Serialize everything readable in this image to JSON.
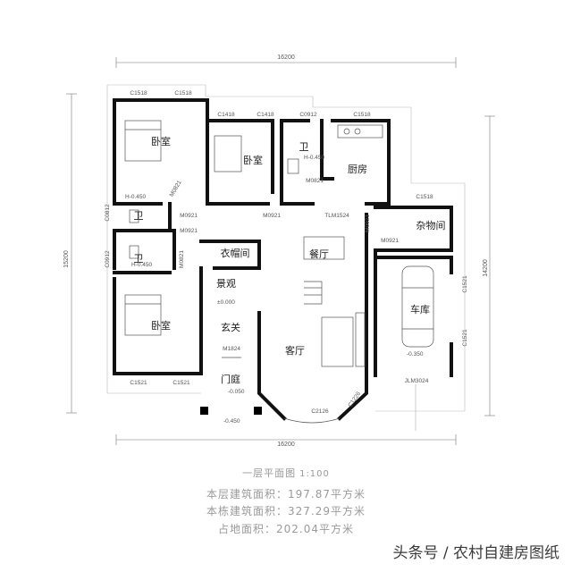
{
  "rooms": {
    "bedroom_1": "卧室",
    "bedroom_2": "卧室",
    "bedroom_3": "卧室",
    "bath_1": "卫",
    "bath_2": "卫",
    "bath_3": "卫",
    "kitchen": "厨房",
    "storage": "杂物间",
    "dining": "餐厅",
    "cloakroom": "衣帽间",
    "landscape": "景观",
    "foyer": "玄关",
    "living": "客厅",
    "garage": "车库",
    "courtyard": "门庭"
  },
  "dimensions": {
    "top_total": "16200",
    "bottom_total": "16200",
    "left_total": "15200",
    "right_total": "14200"
  },
  "window_codes": {
    "w_top_1": "C1518",
    "w_top_2": "C1518",
    "w_top_3": "C1418",
    "w_top_4": "C1418",
    "w_top_5": "C0912",
    "w_top_6": "C1518",
    "w_storage": "C1518",
    "w_left_1": "C0812",
    "w_left_2": "C0912",
    "w_bottom_1": "C1521",
    "w_bottom_2": "C1521",
    "w_living": "C2126",
    "w_garage_1": "C1521",
    "w_garage_2": "C1521"
  },
  "door_codes": {
    "d1": "M0821",
    "d2": "M0921",
    "d3": "M0921",
    "d4": "M0921",
    "d5": "M0821",
    "d6": "M0821",
    "d7": "TLM1524",
    "d8": "M0921",
    "d9": "M0921",
    "d10": "M1824",
    "d11": "JLM3024",
    "d12": "C1226"
  },
  "levels": {
    "bath_a": "H-0.450",
    "bath_b": "H-0.450",
    "bath_c": "H-0.450",
    "floor": "±0.000",
    "entry": "-0.050",
    "garage": "-0.350",
    "outside": "-0.450"
  },
  "captions": {
    "title": "一层平面图",
    "scale": "1:100",
    "area_floor": "本层建筑面积：197.87平方米",
    "area_building": "本栋建筑面积：327.29平方米",
    "area_site": "占地面积：202.04平方米"
  },
  "watermark": "头条号 / 农村自建房图纸"
}
